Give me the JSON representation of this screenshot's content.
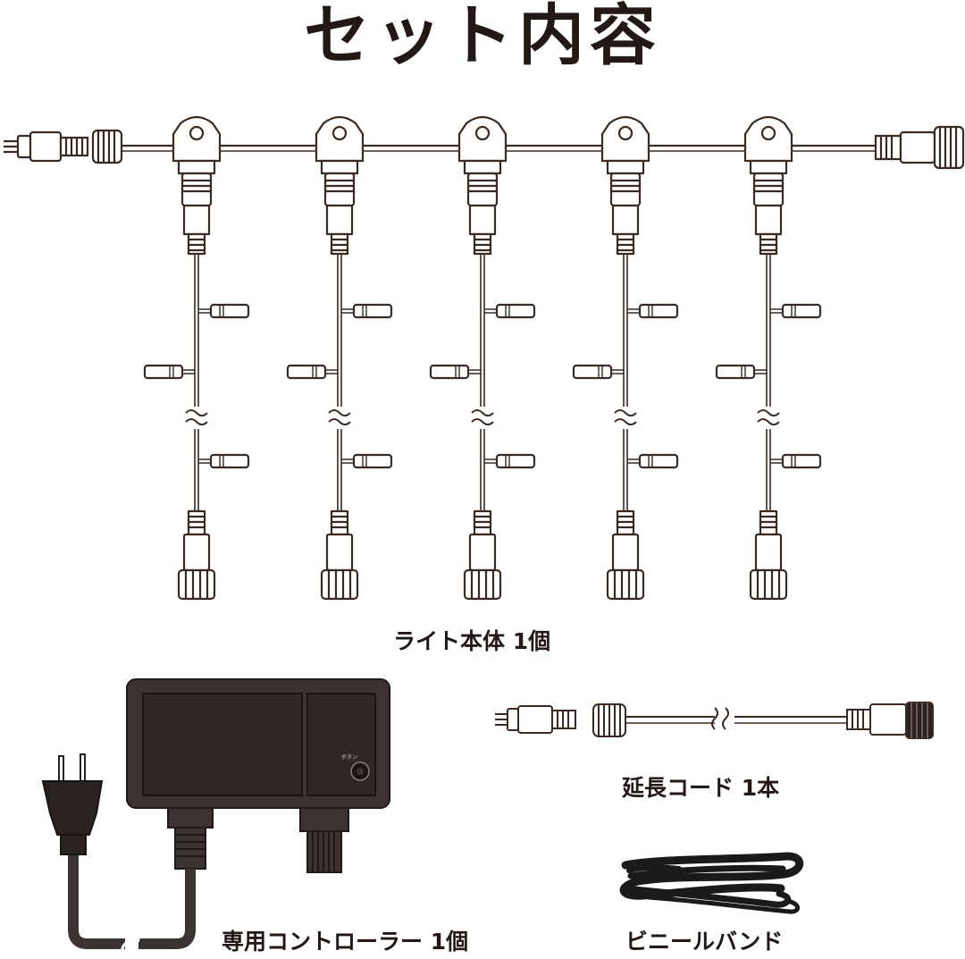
{
  "title": "セット内容",
  "items": {
    "light": {
      "label": "ライト本体 1個"
    },
    "extension": {
      "label": "延長コード 1本"
    },
    "controller": {
      "label": "専用コントローラー 1個",
      "button_text": "ボタン"
    },
    "band": {
      "label": "ビニールバンド"
    }
  },
  "colors": {
    "line": "#3a2a22",
    "connector_fill": "#ffffff",
    "controller_body": "#3b3331",
    "controller_panel": "#2e2725",
    "band": "#1a1a1a"
  }
}
